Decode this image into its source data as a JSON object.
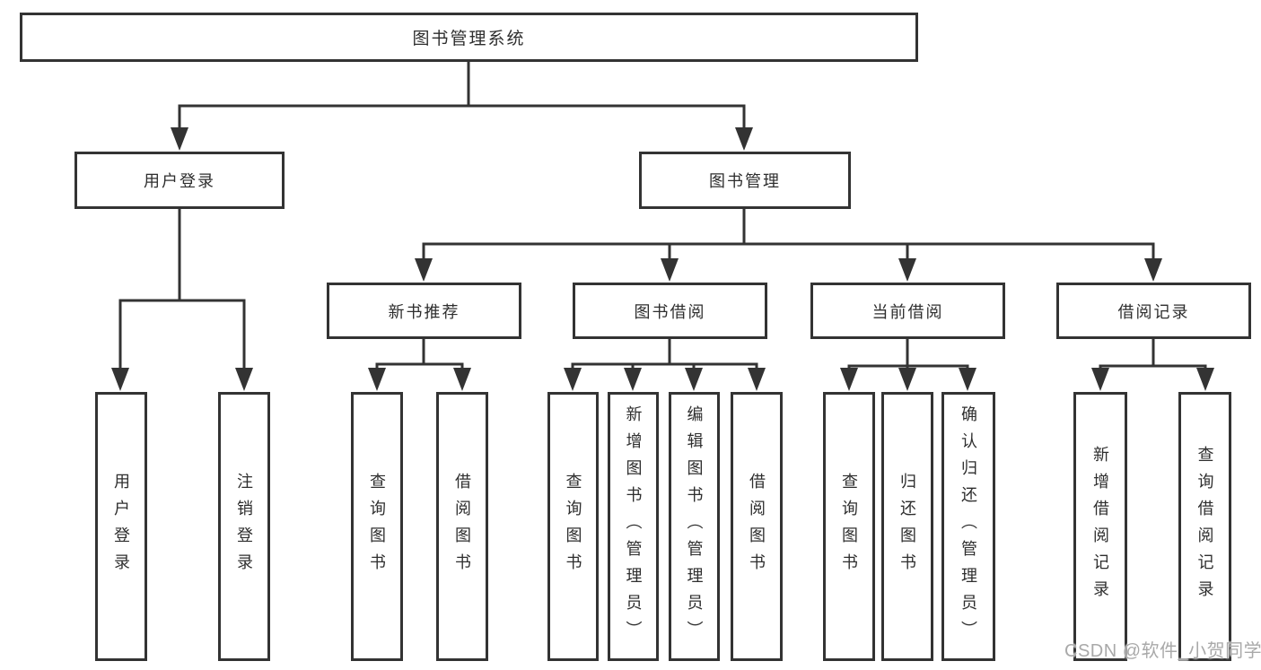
{
  "tree": {
    "root": {
      "label": "图书管理系统"
    },
    "children": [
      {
        "label": "用户登录",
        "children": [
          {
            "label": "用户登录"
          },
          {
            "label": "注销登录"
          }
        ]
      },
      {
        "label": "图书管理",
        "children": [
          {
            "label": "新书推荐",
            "children": [
              {
                "label": "查询图书"
              },
              {
                "label": "借阅图书"
              }
            ]
          },
          {
            "label": "图书借阅",
            "children": [
              {
                "label": "查询图书"
              },
              {
                "label": "新增图书（管理员）"
              },
              {
                "label": "编辑图书（管理员）"
              },
              {
                "label": "借阅图书"
              }
            ]
          },
          {
            "label": "当前借阅",
            "children": [
              {
                "label": "查询图书"
              },
              {
                "label": "归还图书"
              },
              {
                "label": "确认归还（管理员）"
              }
            ]
          },
          {
            "label": "借阅记录",
            "children": [
              {
                "label": "新增借阅记录"
              },
              {
                "label": "查询借阅记录"
              }
            ]
          }
        ]
      }
    ]
  },
  "watermark": {
    "text": "CSDN @软件_小贺同学"
  },
  "colors": {
    "line": "#333333",
    "border": "#333333",
    "text": "#2e2e2e",
    "background": "#ffffff",
    "watermark": "#a9a9a9"
  }
}
